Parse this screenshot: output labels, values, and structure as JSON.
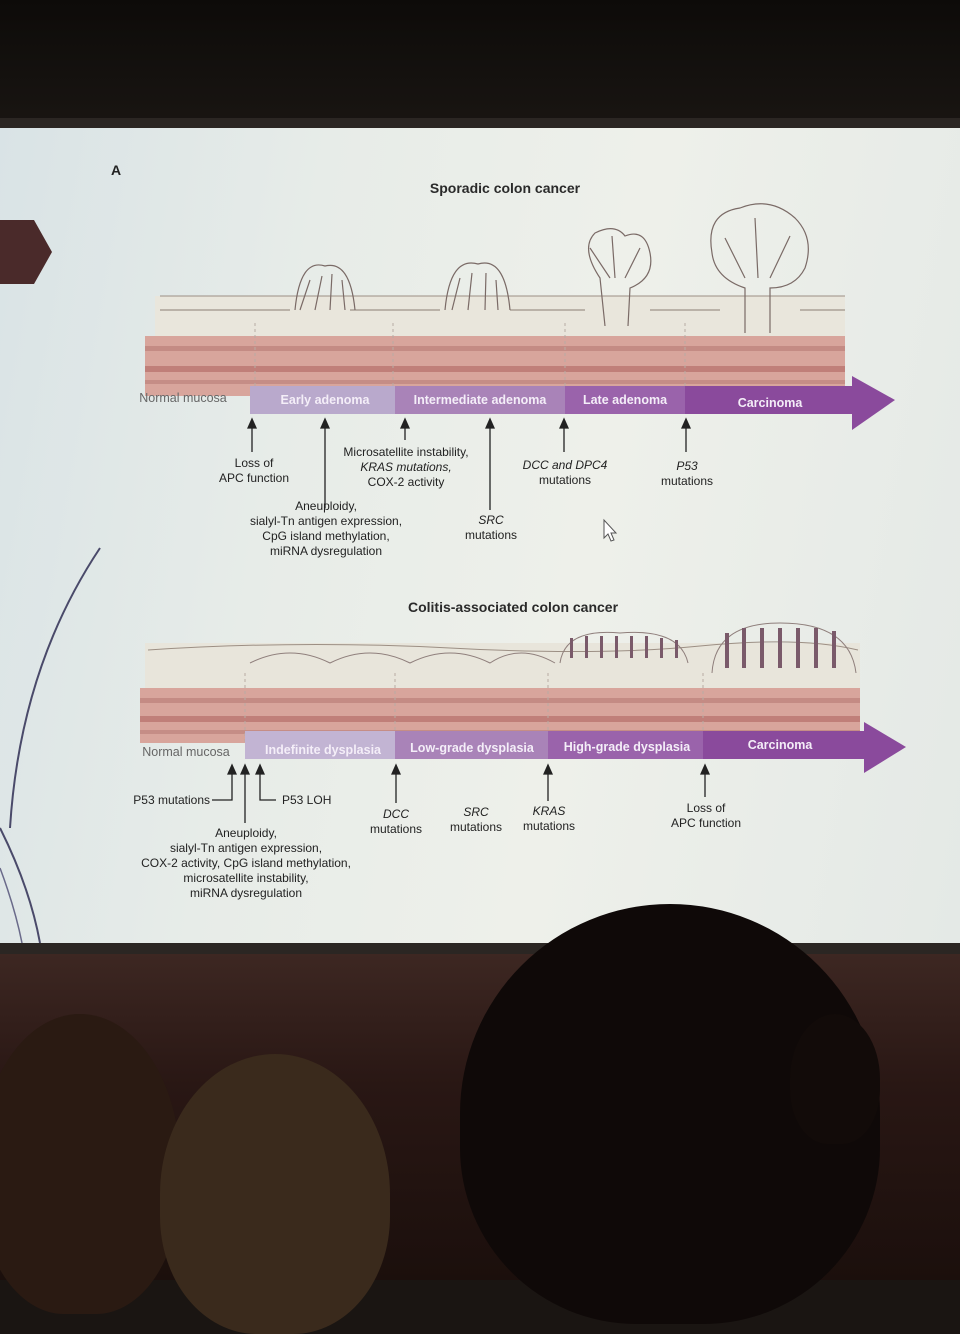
{
  "panel_label": "A",
  "sporadic": {
    "title": "Sporadic colon cancer",
    "stages": [
      "Normal mucosa",
      "Early adenoma",
      "Intermediate adenoma",
      "Late adenoma",
      "Carcinoma"
    ],
    "events": {
      "apc": [
        "Loss of",
        "APC function"
      ],
      "aneuploidy": [
        "Aneuploidy,",
        "sialyl-Tn antigen expression,",
        "CpG island methylation,",
        "miRNA dysregulation"
      ],
      "msi": [
        "Microsatellite instability,",
        "KRAS mutations,",
        "COX-2 activity"
      ],
      "src": [
        "SRC",
        "mutations"
      ],
      "dcc": [
        "DCC and DPC4",
        "mutations"
      ],
      "p53": [
        "P53",
        "mutations"
      ]
    }
  },
  "colitis": {
    "title": "Colitis-associated colon cancer",
    "stages": [
      "Normal mucosa",
      "Indefinite dysplasia",
      "Low-grade dysplasia",
      "High-grade dysplasia",
      "Carcinoma"
    ],
    "events": {
      "p53_mut": "P53 mutations",
      "p53_loh": "P53 LOH",
      "aneuploidy": [
        "Aneuploidy,",
        "sialyl-Tn antigen expression,",
        "COX-2 activity, CpG island methylation,",
        "microsatellite instability,",
        "miRNA dysregulation"
      ],
      "dcc": [
        "DCC",
        "mutations"
      ],
      "src": [
        "SRC",
        "mutations"
      ],
      "kras": [
        "KRAS",
        "mutations"
      ],
      "apc": [
        "Loss of",
        "APC function"
      ]
    }
  },
  "colors": {
    "arrow_purple": "#8a4a9c",
    "arrow_light": "#b9a7c8",
    "tissue_pink": "#d9a9a2",
    "screen": "#e9ede8"
  }
}
